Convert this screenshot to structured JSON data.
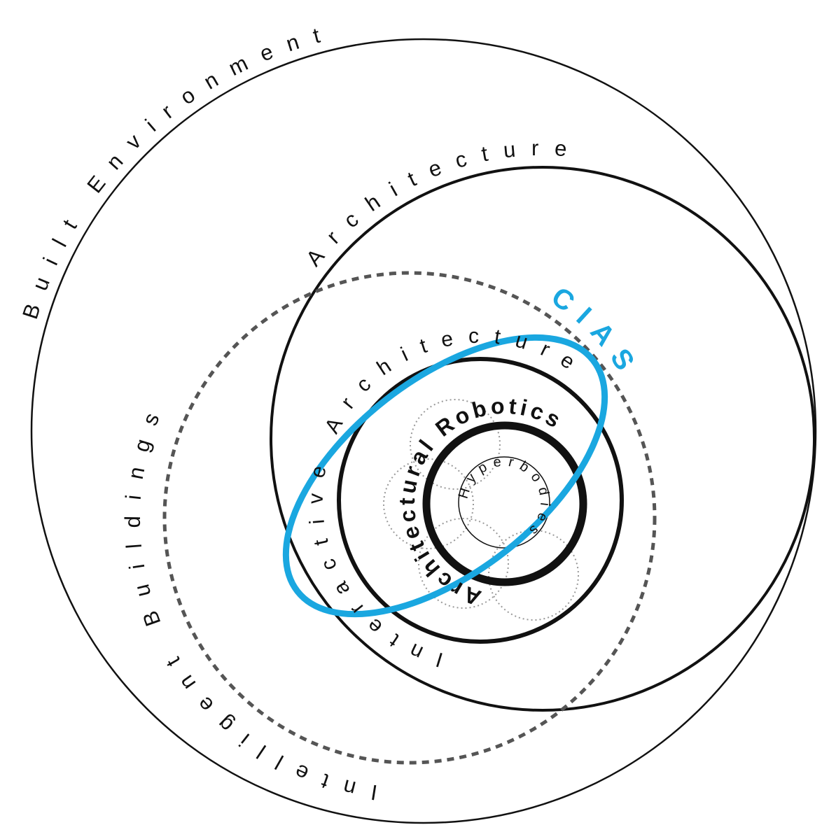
{
  "labels": {
    "built_environment": "Built Environment",
    "architecture": "Architecture",
    "intelligent_buildings": "Intelligent Buildings",
    "interactive_architecture": "Interactive Architecture",
    "architectural_robotics": "Architectural Robotics",
    "hyperbodies": "Hyperbodies",
    "cias": "CIAS"
  },
  "colors": {
    "line": "#111111",
    "dashed": "#555555",
    "dotted": "#999999",
    "accent": "#1aa7e0"
  }
}
